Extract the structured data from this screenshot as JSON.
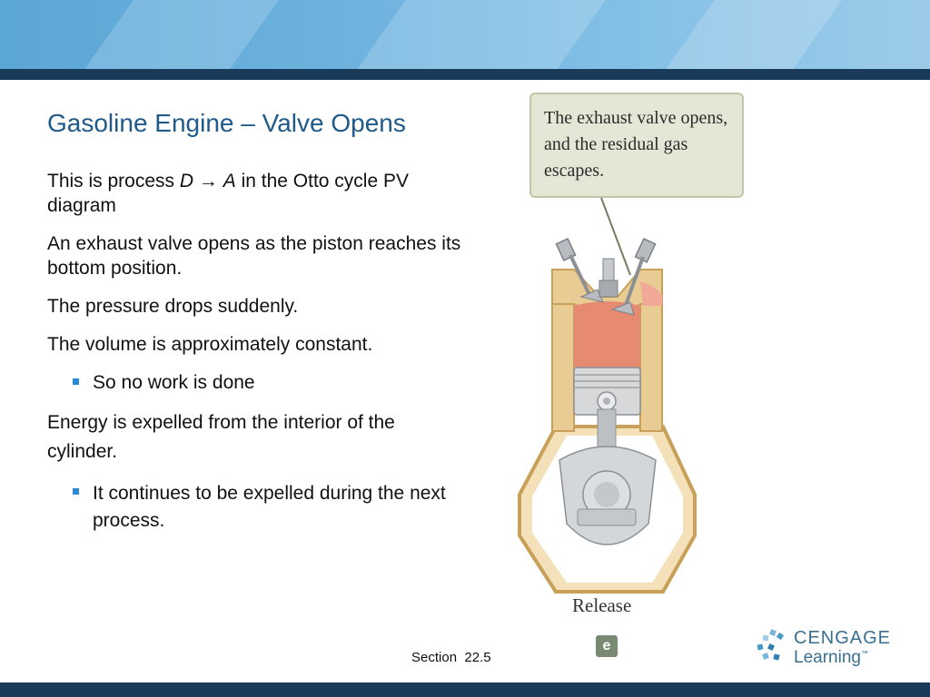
{
  "slide": {
    "title": "Gasoline Engine – Valve Opens",
    "items": {
      "p1_text": "This is process ",
      "p1_d": "D",
      "p1_arrow": " → ",
      "p1_a": "A",
      "p1_rest": " in the Otto cycle PV diagram",
      "p2": "An exhaust valve opens as the piston reaches its bottom position.",
      "p3": "The pressure drops suddenly.",
      "p4": "The volume is approximately constant.",
      "b1": "So no work is done",
      "p5": "Energy is expelled from the interior of the cylinder.",
      "b2": "It continues to be expelled during the next process."
    }
  },
  "figure": {
    "callout": "The exhaust valve opens, and the residual gas escapes.",
    "caption": "Release",
    "badge": "e"
  },
  "footer": {
    "section_label": "Section  22.5",
    "logo_line1": "CENGAGE",
    "logo_line2": "Learning",
    "logo_tm": "™"
  },
  "colors": {
    "title": "#1f5a8a",
    "bullet": "#2a8ad6",
    "banner": "#6fb3df",
    "dark_bar": "#1a3a5a",
    "gas": "#e78a72",
    "cylinder": "#e8cc94"
  }
}
